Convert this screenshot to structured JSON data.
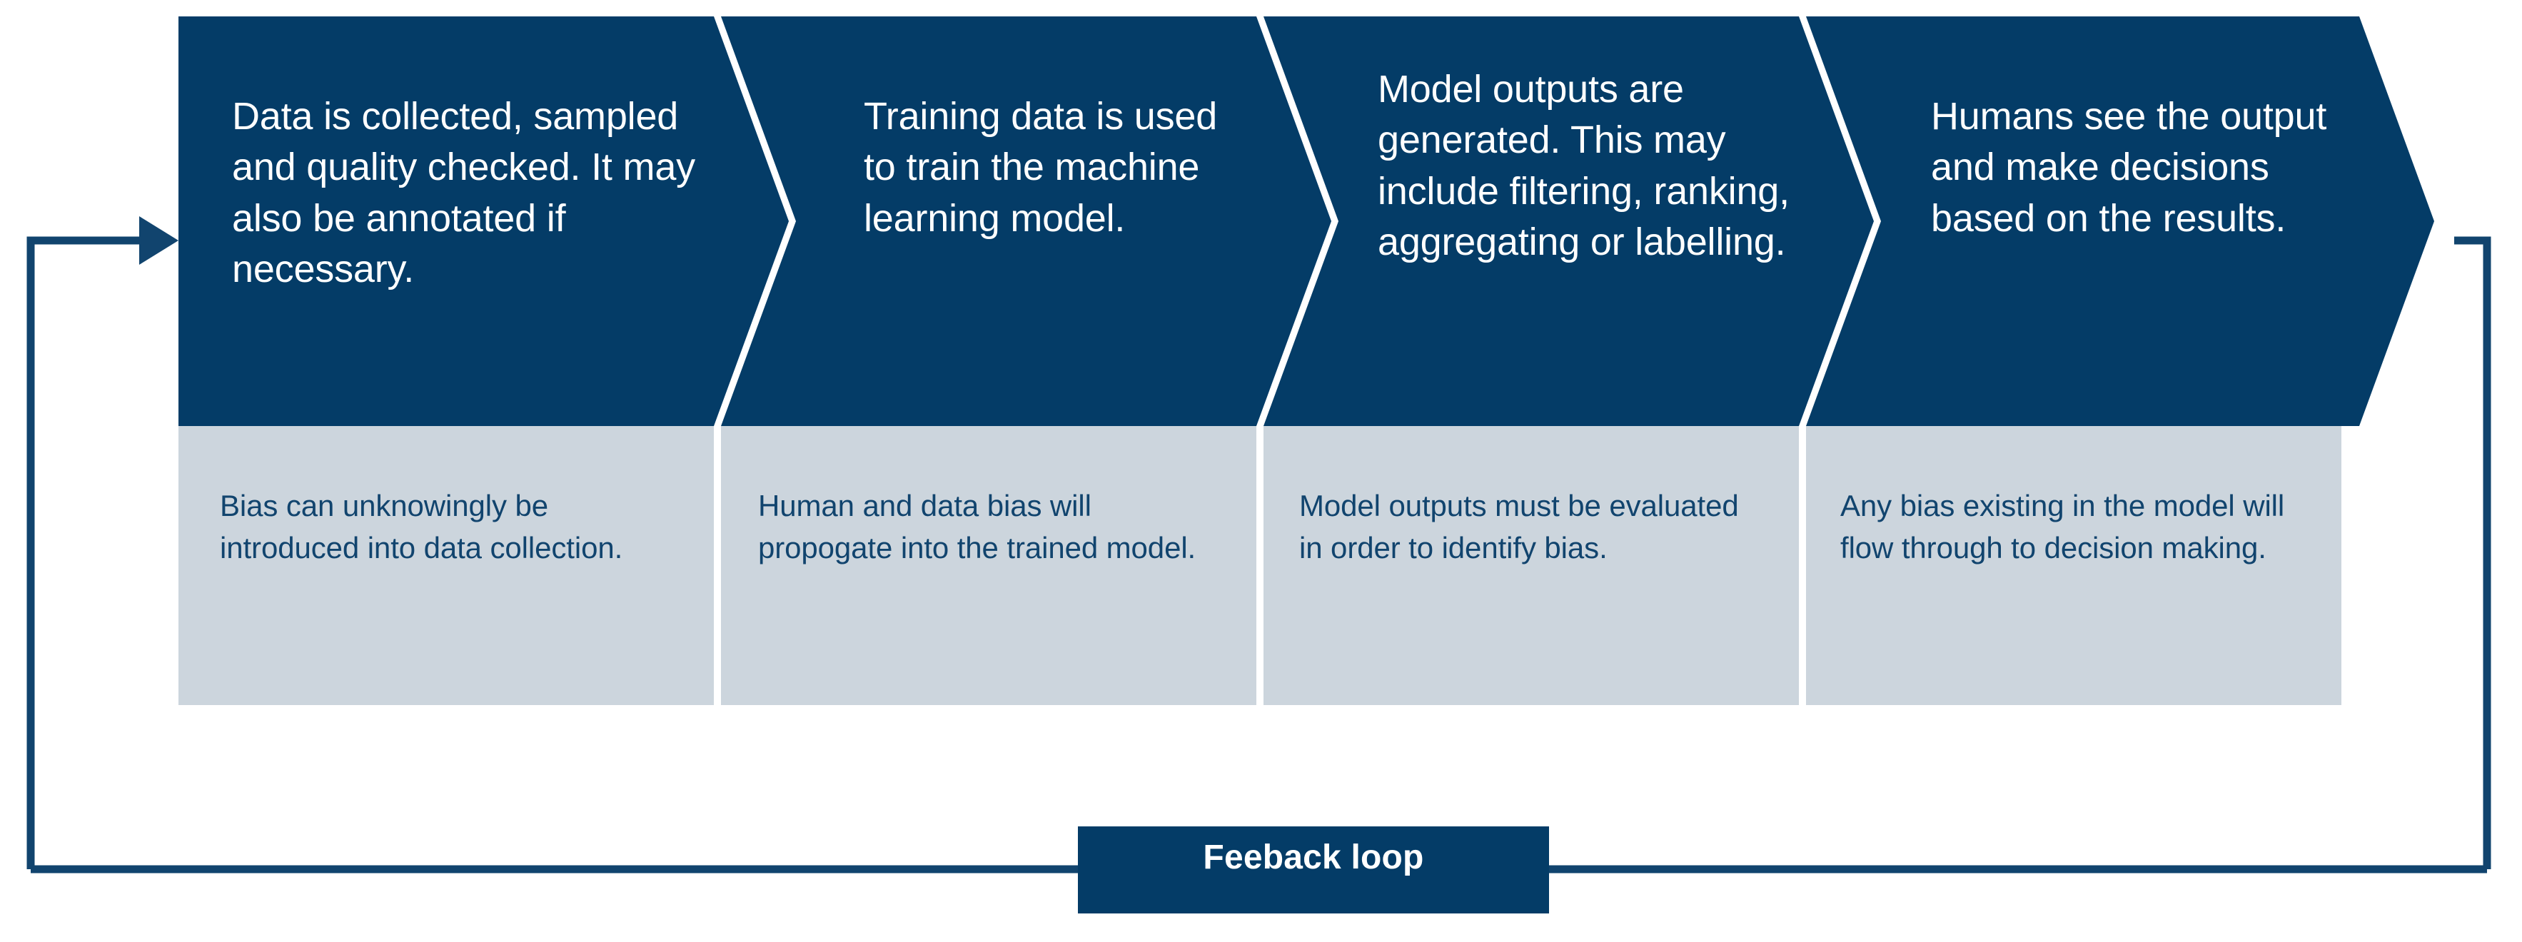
{
  "diagram": {
    "type": "chevron-process-flow-with-feedback-loop",
    "colors": {
      "chevron_fill": "#043c67",
      "note_fill": "#ccd5dd",
      "note_text": "#11446e",
      "chevron_text": "#ffffff",
      "loop_line": "#11446e",
      "background": "#ffffff"
    },
    "steps": [
      {
        "id": "data-collection",
        "title": "Data is collected, sampled and quality checked. It may also be annotated if necessary.",
        "note": "Bias can unknowingly be introduced into data collection."
      },
      {
        "id": "model-training",
        "title": "Training data is used to train the machine learning model.",
        "note": "Human and data bias will propogate into the trained model."
      },
      {
        "id": "model-output",
        "title": "Model outputs are generated. This may include filtering, ranking, aggregating or labelling.",
        "note": "Model outputs must be evaluated in order to identify bias."
      },
      {
        "id": "human-decision",
        "title": "Humans see the output and make decisions based on the results.",
        "note": "Any bias existing in the model will flow through to decision making."
      }
    ],
    "feedback": {
      "label": "Feeback loop"
    }
  }
}
